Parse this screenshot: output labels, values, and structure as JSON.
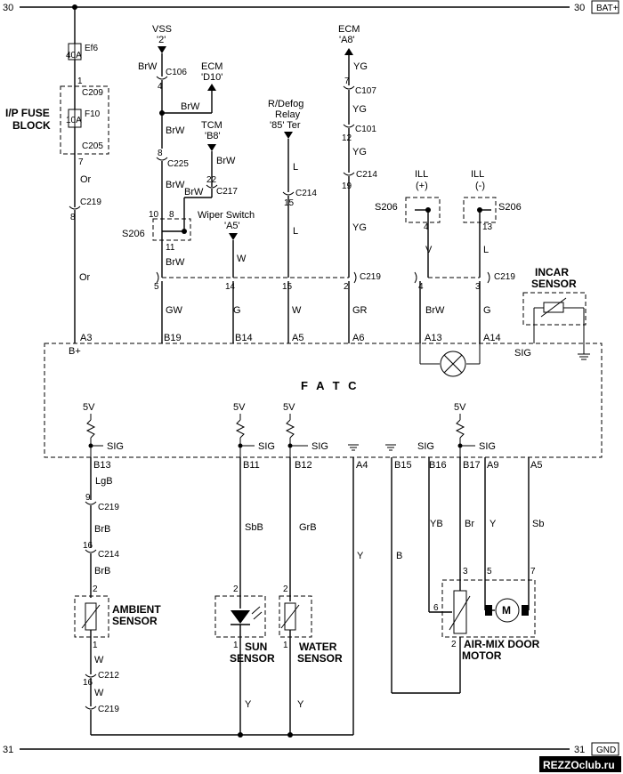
{
  "rails": {
    "top_left": "30",
    "top_right": "30",
    "top_tag": "BAT+",
    "bottom_left": "31",
    "bottom_right": "31",
    "bottom_tag": "GND"
  },
  "fuse_block": {
    "label_line1": "I/P FUSE",
    "label_line2": "BLOCK",
    "fuse1_name": "Ef6",
    "fuse1_rating": "40A",
    "fuse2_name": "F10",
    "fuse2_rating": "10A",
    "pin1": "1",
    "conn1": "C209",
    "pin2": "7",
    "conn2": "C205"
  },
  "bat_feed": {
    "wire1": "Or",
    "conn": "C219",
    "pin": "8",
    "wire2": "Or"
  },
  "vss": {
    "title": "VSS",
    "sub": "'2'",
    "wire": "BrW",
    "conn": "C106",
    "pin": "4"
  },
  "ecm_d10": {
    "title": "ECM",
    "sub": "'D10'",
    "wire": "BrW"
  },
  "tcm": {
    "title": "TCM",
    "sub": "'B8'",
    "wire": "BrW",
    "pin": "22",
    "conn": "C217",
    "wire2": "BrW"
  },
  "c225": {
    "wire": "BrW",
    "pin": "8",
    "conn": "C225",
    "wire2": "BrW"
  },
  "s206": {
    "name": "S206",
    "pin_left": "10",
    "pin_right": "8",
    "pin_bottom": "11",
    "wire_out": "BrW"
  },
  "wiper": {
    "title": "Wiper Switch",
    "sub": "'A5'",
    "wire": "W"
  },
  "defog": {
    "line1": "R/Defog",
    "line2": "Relay",
    "line3": "'85' Ter",
    "wire": "L",
    "pin": "15",
    "conn": "C214",
    "wire2": "L"
  },
  "ecm_a8": {
    "title": "ECM",
    "sub": "'A8'",
    "wire1": "YG",
    "pin1": "7",
    "conn1": "C107",
    "wire2": "YG",
    "pin2": "12",
    "conn2": "C101",
    "wire3": "YG",
    "pin3": "19",
    "conn3": "C214",
    "wire4": "YG"
  },
  "ill_pos": {
    "title": "ILL",
    "sub": "(+)",
    "splice": "S206",
    "pin": "4",
    "wire": "V"
  },
  "ill_neg": {
    "title": "ILL",
    "sub": "(-)",
    "splice": "S206",
    "pin": "13",
    "wire": "L"
  },
  "c219_upper": {
    "conn": "C219",
    "pins": [
      "5",
      "14",
      "15",
      "2",
      "4",
      "3"
    ]
  },
  "fatc_wires_top": [
    "GW",
    "G",
    "W",
    "GR",
    "BrW",
    "G"
  ],
  "incar": {
    "line1": "INCAR",
    "line2": "SENSOR",
    "sig": "SIG"
  },
  "fatc": {
    "title": "F A T C",
    "bplus": "B+",
    "top_pins": [
      "A3",
      "B19",
      "B14",
      "A5",
      "A6",
      "A13",
      "A14"
    ],
    "bottom_pins": [
      "B13",
      "B11",
      "B12",
      "A4",
      "B15",
      "B16",
      "B17",
      "A9",
      "A5"
    ],
    "five_volt": "5V",
    "sig": "SIG"
  },
  "ambient": {
    "wire1": "LgB",
    "pin1": "9",
    "conn1": "C219",
    "wire2": "BrB",
    "pin2": "16",
    "conn2": "C214",
    "wire3": "BrB",
    "pin_top": "2",
    "line1": "AMBIENT",
    "line2": "SENSOR",
    "pin_bot": "1",
    "wire4": "W",
    "pin3": "16",
    "conn3": "C212",
    "wire5": "W",
    "conn4": "C219"
  },
  "sun": {
    "wire": "SbB",
    "pin_top": "2",
    "pin_bot": "1",
    "line1": "SUN",
    "line2": "SENSOR",
    "wire_bot": "Y"
  },
  "water": {
    "wire": "GrB",
    "pin_top": "2",
    "pin_bot": "1",
    "line1": "WATER",
    "line2": "SENSOR",
    "wire_bot": "Y"
  },
  "a4_wire": "Y",
  "b15_wire": "B",
  "airmix": {
    "wire_yb": "YB",
    "wire_br": "Br",
    "wire_y": "Y",
    "wire_sb": "Sb",
    "pin3": "3",
    "pin5": "5",
    "pin7": "7",
    "pin6": "6",
    "pin2": "2",
    "motor": "M",
    "line1": "AIR-MIX DOOR",
    "line2": "MOTOR"
  },
  "watermark": "REZZOclub.ru"
}
